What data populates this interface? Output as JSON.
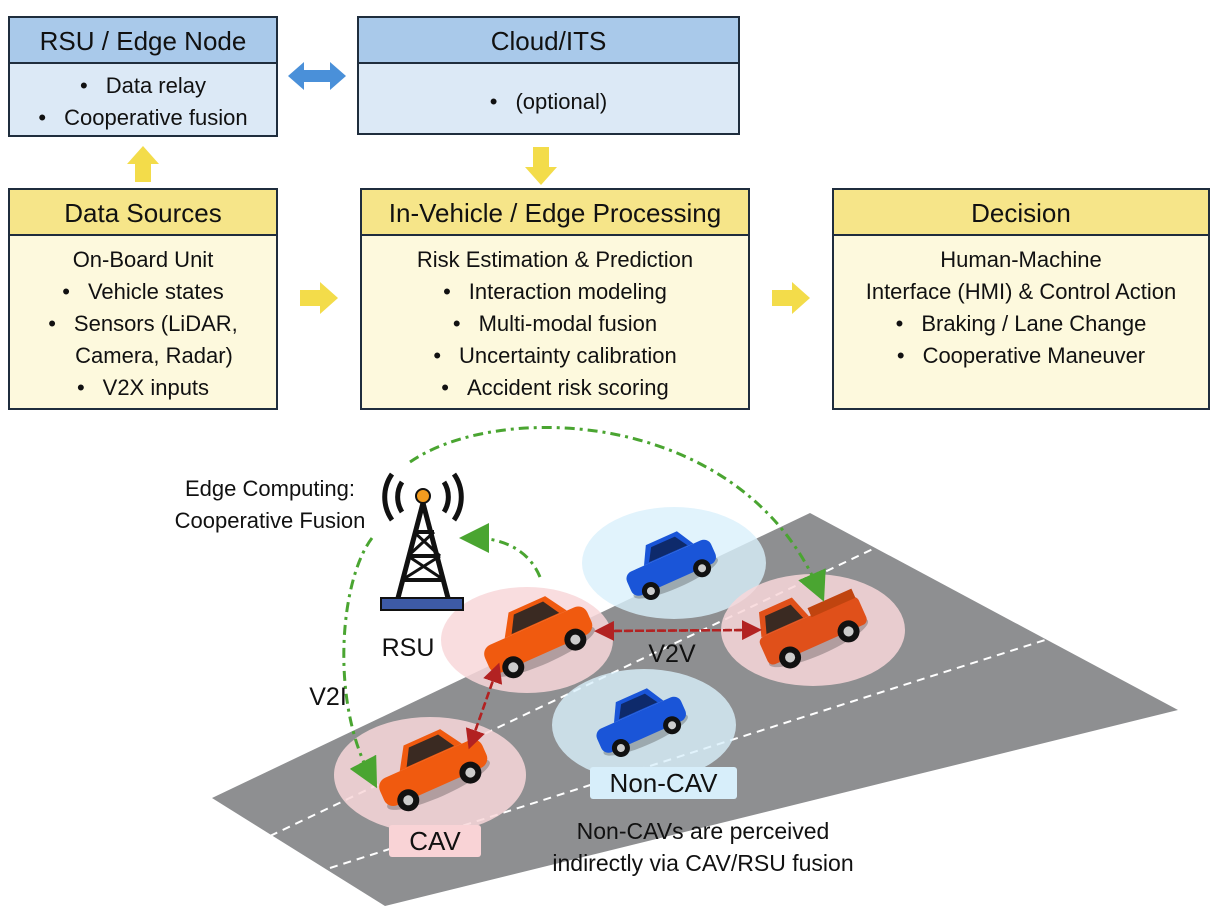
{
  "boxes": {
    "rsu": {
      "title": "RSU / Edge Node",
      "items": [
        "Data relay",
        "Cooperative fusion"
      ]
    },
    "cloud": {
      "title": "Cloud/ITS",
      "items": [
        "(optional)"
      ]
    },
    "sources": {
      "title": "Data Sources",
      "lead": "On-Board Unit",
      "items": [
        "Vehicle states",
        "Sensors (LiDAR,",
        "Camera, Radar)",
        "V2X inputs"
      ]
    },
    "processing": {
      "title": "In-Vehicle / Edge Processing",
      "lead": "Risk Estimation & Prediction",
      "items": [
        "Interaction modeling",
        "Multi-modal fusion",
        "Uncertainty calibration",
        "Accident risk scoring"
      ]
    },
    "decision": {
      "title": "Decision",
      "lead1": "Human-Machine",
      "lead2": "Interface (HMI) & Control Action",
      "items": [
        "Braking / Lane Change",
        "Cooperative Maneuver"
      ]
    }
  },
  "scene": {
    "edge_label_1": "Edge Computing:",
    "edge_label_2": "Cooperative Fusion",
    "rsu_label": "RSU",
    "v2i_label": "V2I",
    "v2v_label": "V2V",
    "cav_label": "CAV",
    "noncav_label": "Non-CAV",
    "note_1": "Non-CAVs are perceived",
    "note_2": "indirectly via CAV/RSU fusion"
  },
  "colors": {
    "blue_header": "#a9c9ea",
    "blue_body": "#dce9f6",
    "yellow_header": "#f6e589",
    "yellow_body": "#fdf9dd",
    "arrow_yellow": "#f3dc4a",
    "arrow_blue": "#4a90d9",
    "v2i_green": "#4aa531",
    "v2v_red": "#b22222",
    "cav_orange": "#f05a0f",
    "noncav_blue": "#1a55d8",
    "road": "#8e8f91"
  }
}
